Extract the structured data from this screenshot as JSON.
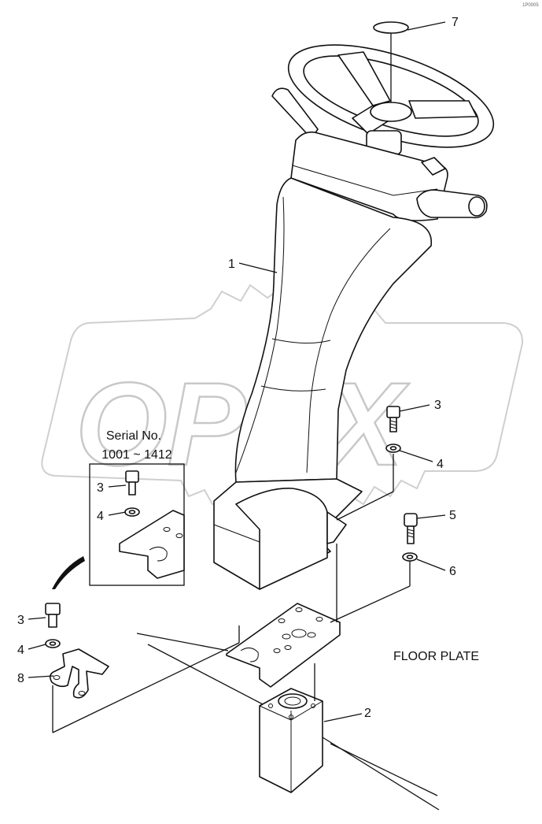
{
  "diagram": {
    "serial_title": "Serial No.",
    "serial_range": "1001 ~ 1412",
    "floor_plate_label": "FLOOR PLATE",
    "watermark_text": "OPEX",
    "corner_code": "1P0005",
    "callouts": {
      "steering_column": "1",
      "orbitrol_unit": "2",
      "bolt_right": "3",
      "washer_right": "4",
      "socket_bolt": "5",
      "washer_socket": "6",
      "horn_cap": "7",
      "bolt_inset": "3",
      "washer_inset": "4",
      "bolt_left": "3",
      "washer_left": "4",
      "bracket": "8"
    }
  }
}
